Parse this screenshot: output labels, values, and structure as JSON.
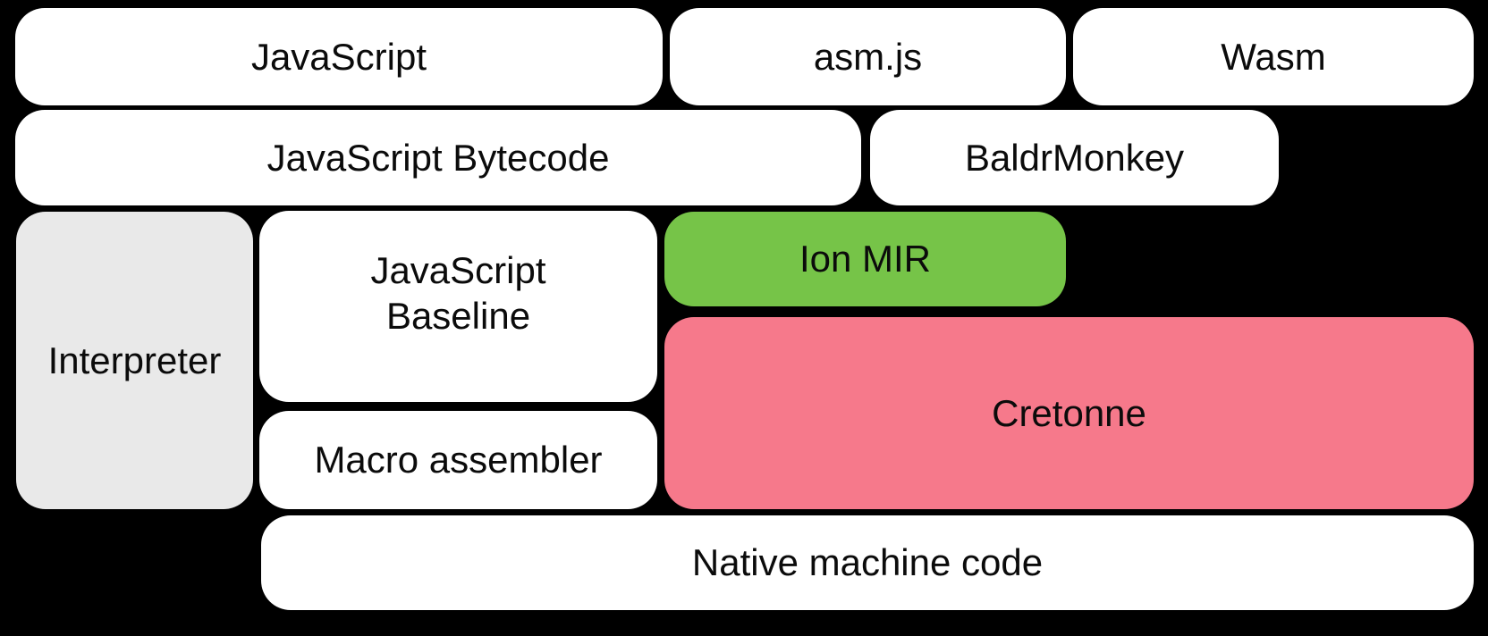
{
  "colors": {
    "background": "#000000",
    "box_white": "#ffffff",
    "box_gray": "#e9e9e9",
    "box_green": "#76c448",
    "box_pink": "#f6798b",
    "text": "#0b0b0b"
  },
  "nodes": {
    "javascript": {
      "label": "JavaScript"
    },
    "asmjs": {
      "label": "asm.js"
    },
    "wasm": {
      "label": "Wasm"
    },
    "bytecode": {
      "label": "JavaScript Bytecode"
    },
    "baldrmonkey": {
      "label": "BaldrMonkey"
    },
    "interpreter": {
      "label": "Interpreter"
    },
    "baseline": {
      "label": "JavaScript\nBaseline"
    },
    "ionmir": {
      "label": "Ion MIR"
    },
    "cretonne": {
      "label": "Cretonne"
    },
    "macro_assembler": {
      "label": "Macro assembler"
    },
    "native": {
      "label": "Native machine code"
    }
  }
}
